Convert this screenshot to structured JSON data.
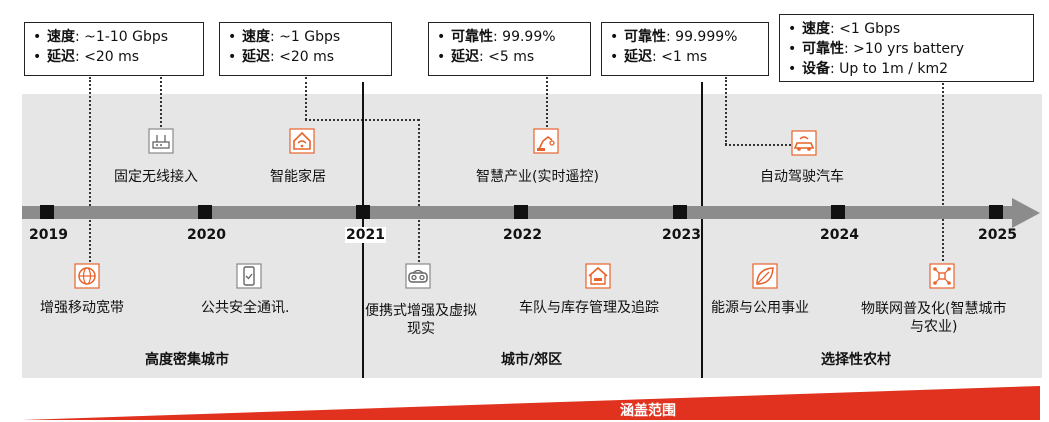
{
  "callouts": [
    {
      "rows": [
        {
          "k": "速度",
          "v": ": ~1-10 Gbps"
        },
        {
          "k": "延迟",
          "v": ": <20 ms"
        }
      ]
    },
    {
      "rows": [
        {
          "k": "速度",
          "v": ": ~1 Gbps"
        },
        {
          "k": "延迟",
          "v": ": <20 ms"
        }
      ]
    },
    {
      "rows": [
        {
          "k": "可靠性",
          "v": ": 99.99%"
        },
        {
          "k": "延迟",
          "v": ": <5 ms"
        }
      ]
    },
    {
      "rows": [
        {
          "k": "可靠性",
          "v": ": 99.999%"
        },
        {
          "k": "延迟",
          "v": ": <1 ms"
        }
      ]
    },
    {
      "rows": [
        {
          "k": "速度",
          "v": ": <1 Gbps"
        },
        {
          "k": "可靠性",
          "v": ": >10 yrs battery"
        },
        {
          "k": "设备",
          "v": ": Up to 1m / km2"
        }
      ]
    }
  ],
  "years": [
    "2019",
    "2020",
    "2021",
    "2022",
    "2023",
    "2024",
    "2025"
  ],
  "top_items": [
    {
      "label": "固定无线接入",
      "icon": "router-icon"
    },
    {
      "label": "智能家居",
      "icon": "smart-home-icon"
    },
    {
      "label": "智慧产业(实时遥控)",
      "icon": "robot-arm-icon"
    },
    {
      "label": "自动驾驶汽车",
      "icon": "connected-car-icon"
    }
  ],
  "bottom_items": [
    {
      "label": "增强移动宽带",
      "icon": "globe-icon"
    },
    {
      "label": "公共安全通讯.",
      "icon": "phone-check-icon"
    },
    {
      "label": "便携式增强及虚拟",
      "label2": "现实",
      "icon": "vr-headset-icon"
    },
    {
      "label": "车队与库存管理及追踪",
      "icon": "fleet-tracking-icon"
    },
    {
      "label": "能源与公用事业",
      "icon": "leaf-icon"
    },
    {
      "label": "物联网普及化(智慧城市",
      "label2": "与农业)",
      "icon": "iot-network-icon"
    }
  ],
  "regions": [
    "高度密集城市",
    "城市/郊区",
    "选择性农村"
  ],
  "coverage_label": "涵盖范围",
  "colors": {
    "accent": "#e8632b",
    "red": "#e0321e",
    "band": "#e6e6e6",
    "timeline": "#8c8c8c"
  }
}
